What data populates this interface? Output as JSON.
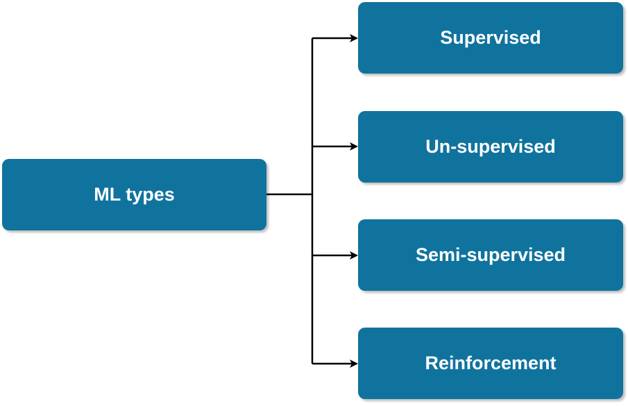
{
  "diagram": {
    "root": {
      "label": "ML types"
    },
    "children": [
      {
        "label": "Supervised"
      },
      {
        "label": "Un-supervised"
      },
      {
        "label": "Semi-supervised"
      },
      {
        "label": "Reinforcement"
      }
    ]
  },
  "colors": {
    "node_fill": "#10739e",
    "node_text": "#ffffff",
    "connector": "#000000"
  }
}
